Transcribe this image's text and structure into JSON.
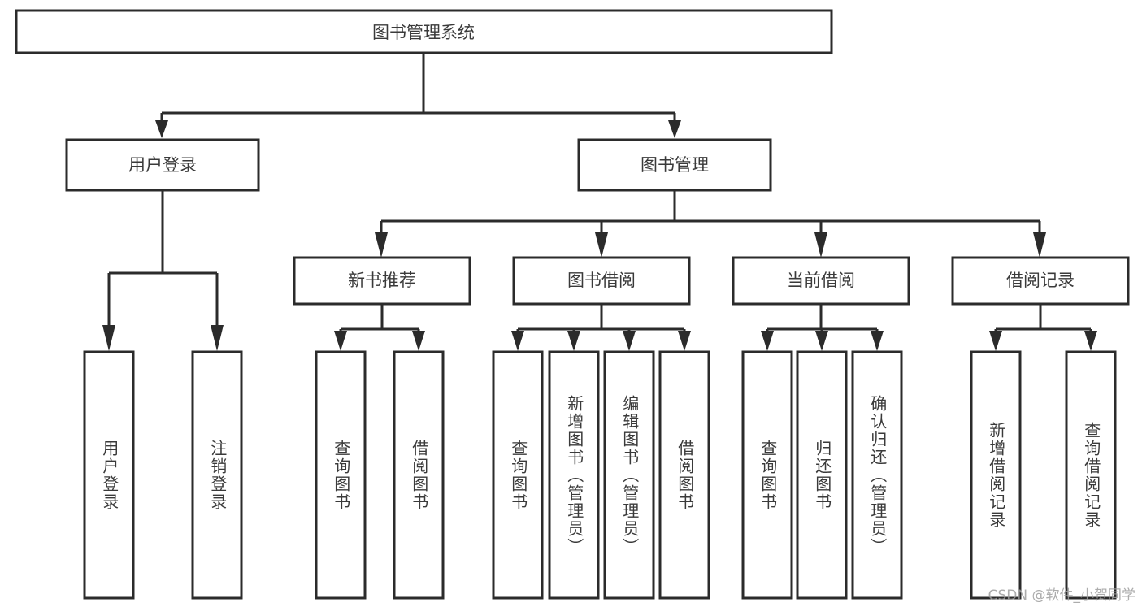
{
  "diagram": {
    "type": "tree-hierarchy",
    "title_node": {
      "id": "root",
      "label": "图书管理系统"
    },
    "level2": [
      {
        "id": "login",
        "label": "用户登录"
      },
      {
        "id": "bookmgmt",
        "label": "图书管理"
      }
    ],
    "level3": [
      {
        "id": "newbook",
        "label": "新书推荐",
        "parent": "bookmgmt"
      },
      {
        "id": "borrow",
        "label": "图书借阅",
        "parent": "bookmgmt"
      },
      {
        "id": "current",
        "label": "当前借阅",
        "parent": "bookmgmt"
      },
      {
        "id": "record",
        "label": "借阅记录",
        "parent": "bookmgmt"
      }
    ],
    "leaves": {
      "login": [
        {
          "label": "用户登录"
        },
        {
          "label": "注销登录"
        }
      ],
      "newbook": [
        {
          "label": "查询图书"
        },
        {
          "label": "借阅图书"
        }
      ],
      "borrow": [
        {
          "label": "查询图书"
        },
        {
          "label": "新增图书（管理员）"
        },
        {
          "label": "编辑图书（管理员）"
        },
        {
          "label": "借阅图书"
        }
      ],
      "current": [
        {
          "label": "查询图书"
        },
        {
          "label": "归还图书"
        },
        {
          "label": "确认归还（管理员）"
        }
      ],
      "record": [
        {
          "label": "新增借阅记录"
        },
        {
          "label": "查询借阅记录"
        }
      ]
    },
    "colors": {
      "stroke": "#2b2b2b",
      "fill": "#ffffff",
      "text": "#3a3a3a",
      "watermark": "#9e9e9e"
    }
  },
  "watermark": {
    "text": "CSDN @软件_小贺同学"
  }
}
